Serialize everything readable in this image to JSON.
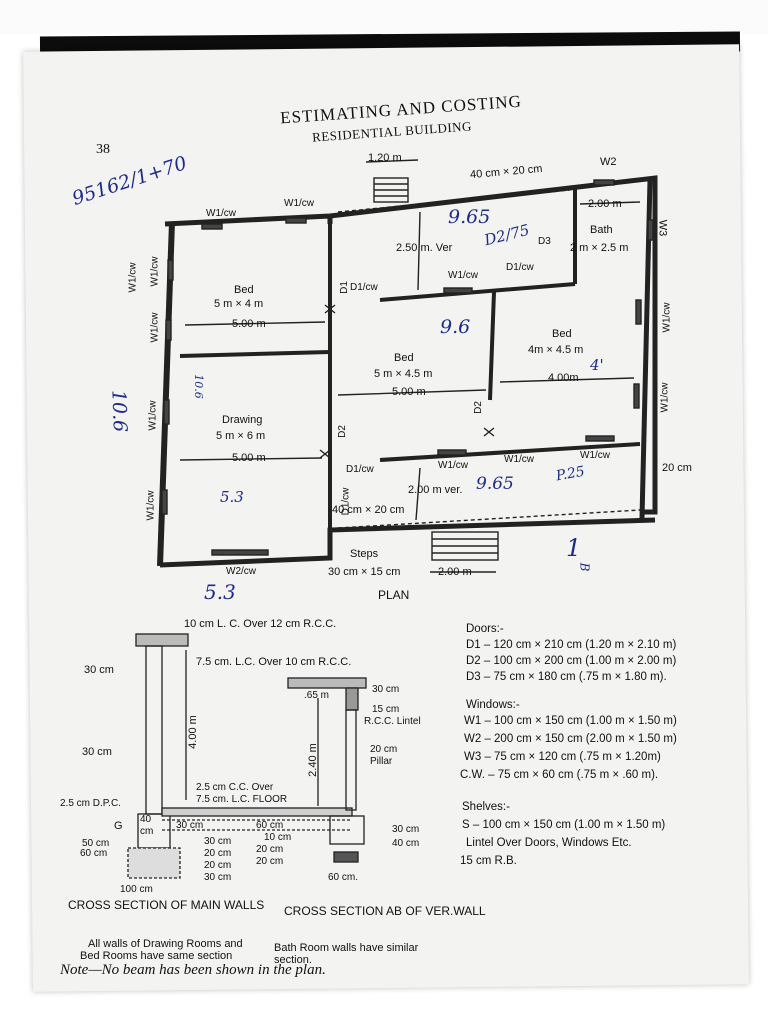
{
  "header": {
    "page_number": "38",
    "title": "ESTIMATING AND COSTING",
    "subtitle": "RESIDENTIAL BUILDING"
  },
  "handwritten": {
    "margin_note": "95162/1+70",
    "length_total": "10.6",
    "width_top": "9.65",
    "width_mid": "9.6",
    "width_bottom": "9.65",
    "bottom_left": "5.3",
    "drawing_len": "5.3",
    "drawing_vert": "10.6",
    "d2_note": "D2/75",
    "bed_note": "4'",
    "side_note": "1",
    "b_mark": "B",
    "p_note": "P.25"
  },
  "plan": {
    "caption": "PLAN",
    "verandah_top_width": "1.20 m",
    "pillar_top": "40 cm × 20 cm",
    "pillar_bottom": "40 cm × 20 cm",
    "w2_top": "W2",
    "w3_side": "W3",
    "bath_width": "2.00 m",
    "bath_name": "Bath",
    "bath_size": "2 m × 2.5 m",
    "ver_top": "2.50 m. Ver",
    "ver_bottom": "2.00 m ver.",
    "d3": "D3",
    "d2": "D2",
    "d2_mid": "D2",
    "d1_mid": "D1",
    "d1cw_a": "D1/cw",
    "d1cw_b": "D1/cw",
    "d1cw_c": "D1/cw",
    "d1cw_d": "D1/cw",
    "w1cw_top1": "W1/cw",
    "w1cw_top2": "W1/cw",
    "w1cw_mid": "W1/cw",
    "w1cw_mid2": "W1/cw",
    "w1cw_right1": "W1/cw",
    "w1cw_right2": "W1/cw",
    "w1cw_left1": "W1/cw",
    "w1cw_left2": "W1/cw",
    "w1cw_left3": "W1/cw",
    "w1cw_left4": "W1/cw",
    "w1cw_left5": "W1/cw",
    "w1cw_bottom": "W2/cw",
    "w1cw_lower_mid": "W1/cw",
    "w1cw_lower_right": "W1/cw",
    "bed1_name": "Bed",
    "bed1_size": "5 m × 4 m",
    "bed1_len": "5.00 m",
    "bed2_name": "Bed",
    "bed2_size": "5 m × 4.5 m",
    "bed2_len": "5.00 m",
    "bed3_name": "Bed",
    "bed3_size": "4m × 4.5 m",
    "bed3_len": "4.00m",
    "drawing_name": "Drawing",
    "drawing_size": "5 m × 6 m",
    "drawing_len": "5.00 m",
    "right_20cm": "20 cm",
    "steps": "Steps",
    "steps_size": "30 cm × 15 cm",
    "steps_width": "2.00 m"
  },
  "section_main": {
    "top_label": "10 cm L. C. Over 12 cm R.C.C.",
    "wall_30cm_top": "30 cm",
    "wall_30cm_mid": "30 cm",
    "height": "4.00 m",
    "cc_label": "2.5 cm C.C. Over",
    "floor_label": "7.5 cm. L.C. FLOOR",
    "dpc": "2.5 cm D.P.C.",
    "g": "G",
    "g40": "40",
    "gcm": "cm",
    "d50": "50 cm",
    "d60": "60 cm",
    "s30": "30 cm",
    "s30b": "30 cm",
    "s20": "20 cm",
    "s20b": "20 cm",
    "s30c": "30 cm",
    "width100": "100 cm",
    "caption": "CROSS SECTION OF MAIN WALLS"
  },
  "section_ver": {
    "top_label": "7.5 cm. L.C. Over 10 cm R.C.C.",
    "d65": ".65 m",
    "lintel_30": "30 cm",
    "lintel_15": "15 cm",
    "lintel": "R.C.C. Lintel",
    "height": "2.40 m",
    "pillar_20": "20 cm",
    "pillar": "Pillar",
    "s60": "60 cm",
    "s10": "10 cm",
    "s20a": "20 cm",
    "s20b": "20 cm",
    "r30": "30 cm",
    "r40": "40 cm",
    "bottom60": "60 cm.",
    "caption": "CROSS SECTION AB OF VER.WALL"
  },
  "specs": {
    "doors_title": "Doors:-",
    "doors": [
      "D1 – 120 cm × 210 cm (1.20 m × 2.10 m)",
      "D2 – 100 cm × 200 cm (1.00 m × 2.00 m)",
      "D3 – 75 cm × 180 cm (.75 m × 1.80 m)."
    ],
    "windows_title": "Windows:-",
    "windows": [
      "W1 – 100 cm × 150 cm (1.00 m × 1.50 m)",
      "W2 – 200 cm × 150 cm (2.00 m × 1.50 m)",
      "W3 – 75 cm × 120 cm (.75 m × 1.20m)",
      "C.W. – 75 cm × 60 cm (.75 m × .60 m)."
    ],
    "shelves_title": "Shelves:-",
    "shelves": [
      "S – 100 cm × 150 cm (1.00 m × 1.50 m)",
      "Lintel Over Doors, Windows Etc.",
      "15 cm R.B."
    ]
  },
  "footer": {
    "note_left": "All walls of Drawing Rooms and",
    "note_left2": "Bed Rooms have same section",
    "note_right": "Bath Room walls have similar",
    "note_right2": "section.",
    "note": "Note—No beam has been shown in the plan."
  }
}
